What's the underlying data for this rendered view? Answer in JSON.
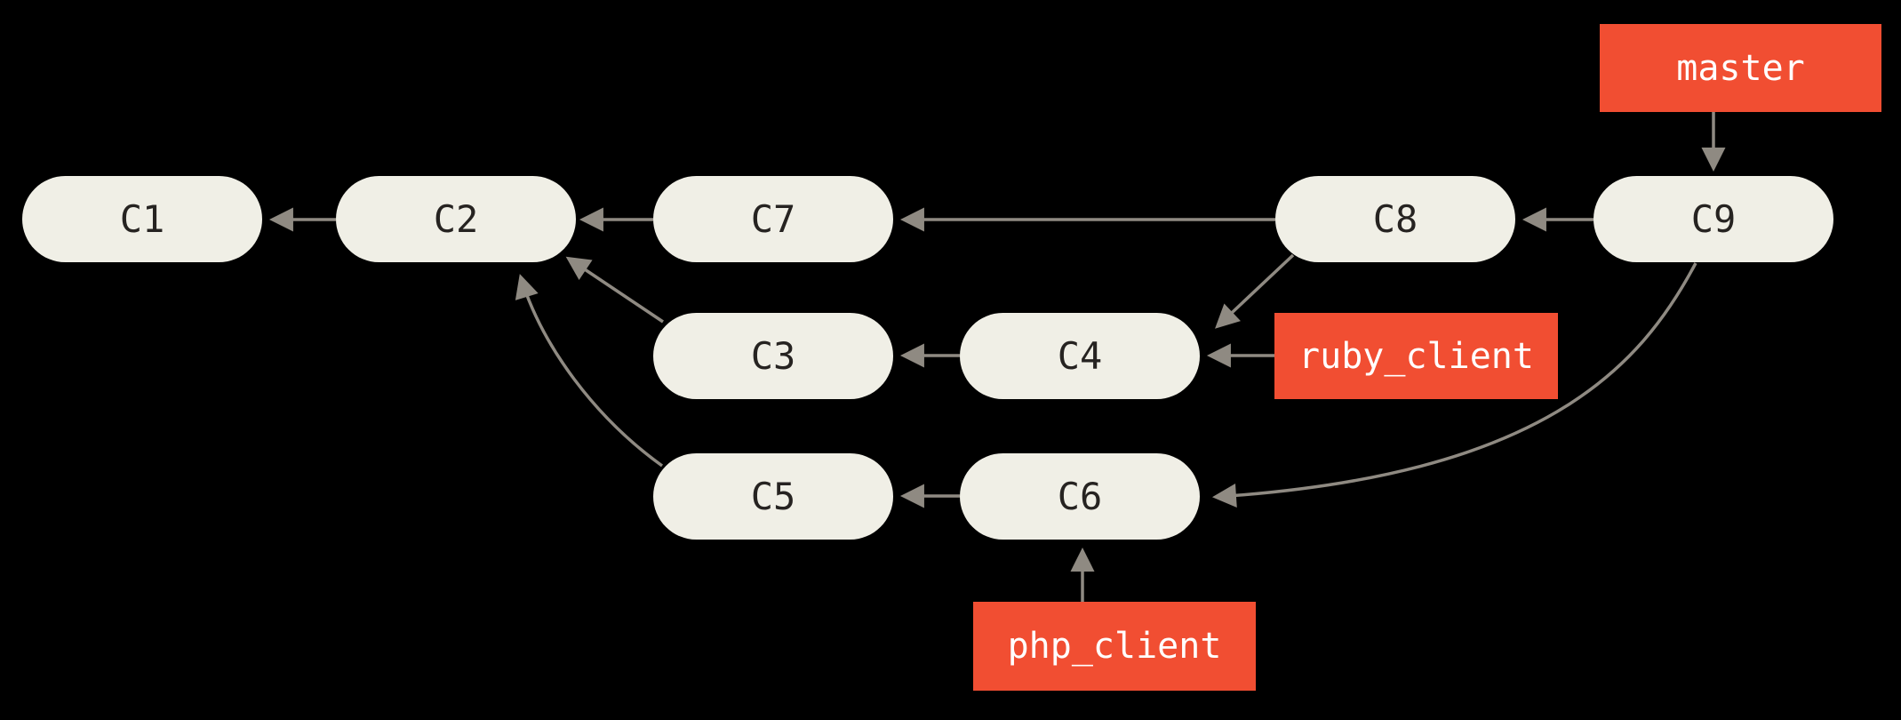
{
  "diagram": {
    "type": "git-commit-graph",
    "background": "#000000",
    "colors": {
      "node_fill": "#f0efe6",
      "node_text": "#262321",
      "branch_fill": "#f14e32",
      "branch_text": "#ffffff",
      "arrow": "#8f8a82"
    },
    "nodes": [
      {
        "id": "c1",
        "label": "C1"
      },
      {
        "id": "c2",
        "label": "C2"
      },
      {
        "id": "c3",
        "label": "C3"
      },
      {
        "id": "c4",
        "label": "C4"
      },
      {
        "id": "c5",
        "label": "C5"
      },
      {
        "id": "c6",
        "label": "C6"
      },
      {
        "id": "c7",
        "label": "C7"
      },
      {
        "id": "c8",
        "label": "C8"
      },
      {
        "id": "c9",
        "label": "C9"
      }
    ],
    "branches": [
      {
        "id": "master",
        "label": "master",
        "points_to": "c9"
      },
      {
        "id": "ruby_client",
        "label": "ruby_client",
        "points_to": "c4"
      },
      {
        "id": "php_client",
        "label": "php_client",
        "points_to": "c6"
      }
    ],
    "edges": [
      {
        "from": "c2",
        "to": "c1"
      },
      {
        "from": "c7",
        "to": "c2"
      },
      {
        "from": "c8",
        "to": "c7"
      },
      {
        "from": "c9",
        "to": "c8"
      },
      {
        "from": "c8",
        "to": "c4"
      },
      {
        "from": "c4",
        "to": "c3"
      },
      {
        "from": "c3",
        "to": "c2"
      },
      {
        "from": "c6",
        "to": "c5"
      },
      {
        "from": "c5",
        "to": "c2"
      },
      {
        "from": "c9",
        "to": "c6"
      },
      {
        "from": "master",
        "to": "c9"
      },
      {
        "from": "ruby_client",
        "to": "c4"
      },
      {
        "from": "php_client",
        "to": "c6"
      }
    ]
  }
}
